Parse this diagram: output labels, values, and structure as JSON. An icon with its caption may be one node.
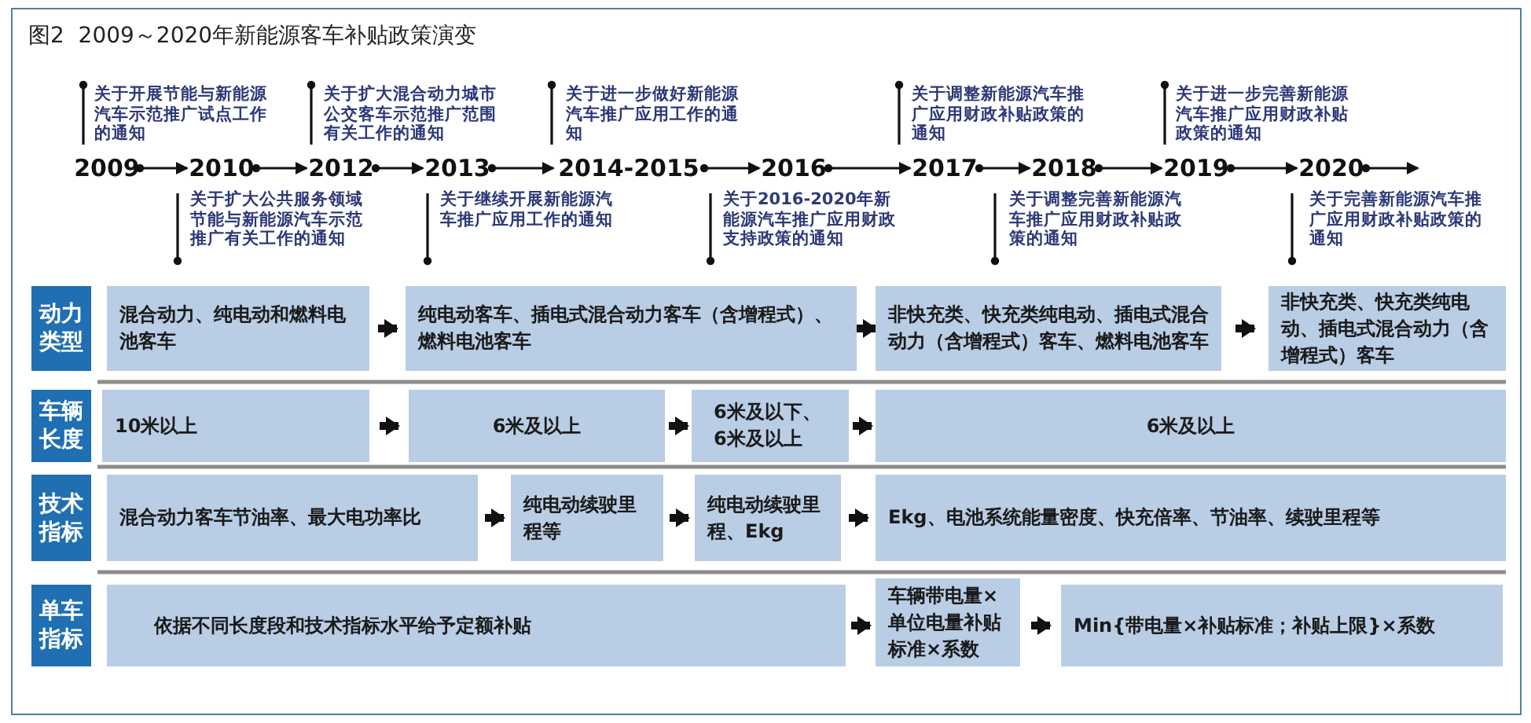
{
  "diagram": {
    "title": "图2  2009～2020年新能源客车补贴政策演变",
    "nodes": [
      {
        "text": [
          "2009"
        ],
        "beside": [
          "关于开展节能与新能源汽车示范推广试点工作的通知"
        ]
      },
      {
        "text": [
          "2010"
        ],
        "beside": [
          "关于扩大公共服务领域节能与新能源汽车示范推广有关工作的通知"
        ]
      },
      {
        "text": [
          "2012"
        ],
        "beside": [
          "关于扩大混合动力城市公交客车示范推广范围有关工作的通知"
        ]
      },
      {
        "text": [
          "2013"
        ],
        "beside": [
          "关于继续开展新能源汽车推广应用工作的通知"
        ]
      },
      {
        "text": [
          "2014-2015"
        ],
        "beside": [
          "关于进一步做好新能源汽车推广应用工作的通知"
        ]
      },
      {
        "text": [
          "2016"
        ],
        "beside": [
          "关于2016-2020年新能源汽车推广应用财政支持政策的通知"
        ]
      },
      {
        "text": [
          "2017"
        ],
        "beside": [
          "关于调整新能源汽车推广应用财政补贴政策的通知"
        ]
      },
      {
        "text": [
          "2018"
        ],
        "beside": [
          "关于调整完善新能源汽车推广应用财政补贴政策的通知"
        ]
      },
      {
        "text": [
          "2019"
        ],
        "beside": [
          "关于进一步完善新能源汽车推广应用财政补贴政策的通知"
        ]
      },
      {
        "text": [
          "2020"
        ],
        "beside": [
          "关于完善新能源汽车推广应用财政补贴政策的通知"
        ]
      },
      {
        "text": [
          "动力类型"
        ]
      },
      {
        "text": [
          "混合动力、纯电动和燃料电池客车"
        ]
      },
      {
        "text": [
          "纯电动客车、插电式混合动力客车（含增程式）、燃料电池客车"
        ]
      },
      {
        "text": [
          "非快充类、快充类纯电动、插电式混合动力（含增程式）客车、燃料电池客车"
        ]
      },
      {
        "text": [
          "非快充类、快充类纯电动、插电式混合动力（含增程式）客车"
        ]
      },
      {
        "text": [
          "车辆长度"
        ]
      },
      {
        "text": [
          "10米以上"
        ]
      },
      {
        "text": [
          "6米及以上"
        ]
      },
      {
        "text": [
          "6米及以下、6米及以上"
        ]
      },
      {
        "text": [
          "6米及以上"
        ]
      },
      {
        "text": [
          "技术指标"
        ]
      },
      {
        "text": [
          "混合动力客车节油率、最大电功率比"
        ]
      },
      {
        "text": [
          "纯电动续驶里程等"
        ]
      },
      {
        "text": [
          "纯电动续驶里程、Ekg"
        ]
      },
      {
        "text": [
          "Ekg、电池系统能量密度、快充倍率、节油率、续驶里程等"
        ]
      },
      {
        "text": [
          "单车指标"
        ]
      },
      {
        "text": [
          "依据不同长度段和技术指标水平给予定额补贴"
        ]
      },
      {
        "text": [
          "车辆带电量×单位电量补贴标准×系数"
        ]
      },
      {
        "text": [
          "Min{带电量×补贴标准；补贴上限}×系数"
        ]
      }
    ],
    "edges": [
      {
        "from": 0,
        "to": 1,
        "arrow": "to"
      },
      {
        "from": 1,
        "to": 2,
        "arrow": "to"
      },
      {
        "from": 2,
        "to": 3,
        "arrow": "to"
      },
      {
        "from": 3,
        "to": 4,
        "arrow": "to"
      },
      {
        "from": 4,
        "to": 5,
        "arrow": "to"
      },
      {
        "from": 5,
        "to": 6,
        "arrow": "to"
      },
      {
        "from": 6,
        "to": 7,
        "arrow": "to"
      },
      {
        "from": 7,
        "to": 8,
        "arrow": "to"
      },
      {
        "from": 8,
        "to": 9,
        "arrow": "to"
      },
      {
        "from": 9,
        "to": null,
        "arrow": "to"
      },
      {
        "from": 11,
        "to": 12,
        "arrow": "to"
      },
      {
        "from": 12,
        "to": 13,
        "arrow": "to"
      },
      {
        "from": 13,
        "to": 14,
        "arrow": "to"
      },
      {
        "from": 16,
        "to": 17,
        "arrow": "to"
      },
      {
        "from": 17,
        "to": 18,
        "arrow": "to"
      },
      {
        "from": 18,
        "to": 19,
        "arrow": "to"
      },
      {
        "from": 21,
        "to": 22,
        "arrow": "to"
      },
      {
        "from": 22,
        "to": 23,
        "arrow": "to"
      },
      {
        "from": 23,
        "to": 24,
        "arrow": "to"
      },
      {
        "from": 26,
        "to": 27,
        "arrow": "to"
      },
      {
        "from": 27,
        "to": 28,
        "arrow": "to"
      }
    ]
  }
}
